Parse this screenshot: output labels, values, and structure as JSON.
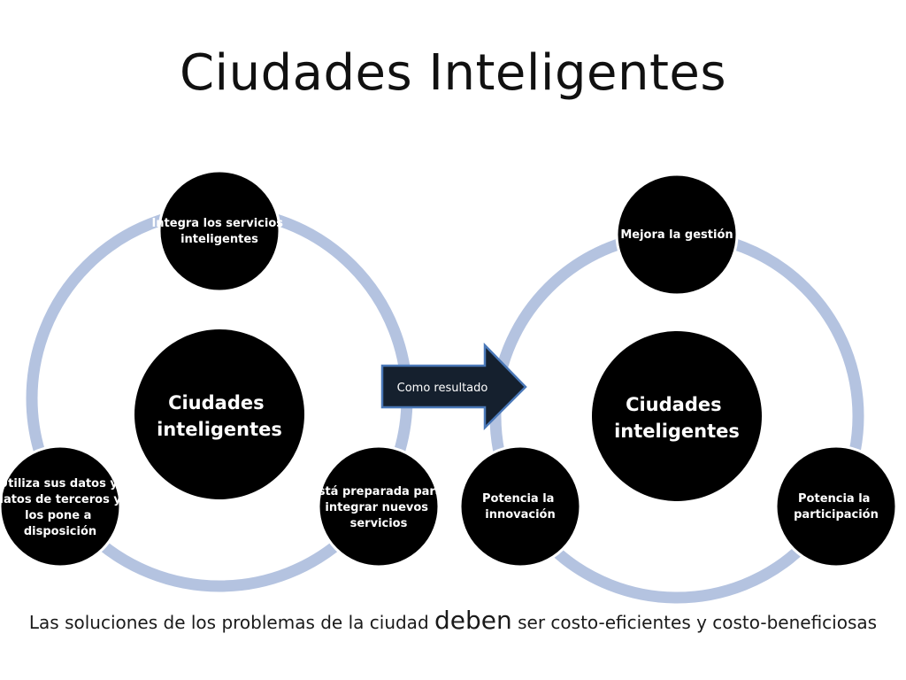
{
  "title": "Ciudades Inteligentes",
  "colors": {
    "ring": "#b4c3e0",
    "node": "#000000",
    "node_border": "#ffffff",
    "arrow_fill": "#15202e",
    "arrow_border": "#4a78b8",
    "text_on_dark": "#ffffff"
  },
  "left_cycle": {
    "center": [
      "Ciudades",
      "inteligentes"
    ],
    "nodes": [
      {
        "lines": [
          "Integra los servicios",
          "inteligentes"
        ]
      },
      {
        "lines": [
          "Está preparada para",
          "integrar nuevos",
          "servicios"
        ]
      },
      {
        "lines": [
          "Utiliza sus datos y",
          "datos de terceros y",
          "los pone a",
          "disposición"
        ]
      }
    ]
  },
  "arrow": {
    "label": "Como resultado"
  },
  "right_cycle": {
    "center": [
      "Ciudades",
      "inteligentes"
    ],
    "nodes": [
      {
        "lines": [
          "Mejora la gestión"
        ]
      },
      {
        "lines": [
          "Potencia la",
          "participación"
        ]
      },
      {
        "lines": [
          "Potencia la",
          "innovación"
        ]
      }
    ]
  },
  "footer": {
    "before": "Las soluciones de los problemas de la ciudad ",
    "emphasis": "deben",
    "after": " ser costo-eficientes y costo-beneficiosas"
  }
}
